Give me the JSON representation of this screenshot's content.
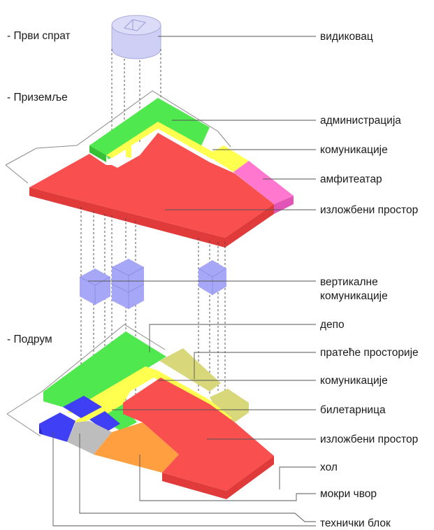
{
  "levels": {
    "first_floor": "- Први спрат",
    "ground_floor": "- Приземље",
    "basement": "- Подрум"
  },
  "labels": {
    "viewpoint": "видиковац",
    "administration": "администрација",
    "communications_ground": "комуникације",
    "amphitheater": "амфитеатар",
    "exhibition_ground": "изложбени простор",
    "vertical_comm_line1": "вертикалне",
    "vertical_comm_line2": "комуникације",
    "depot": "депо",
    "support_rooms": "пратеће просторије",
    "communications_basement": "комуникације",
    "ticket_office": "билетарница",
    "exhibition_basement": "изложбени простор",
    "hall": "хол",
    "restrooms": "мокри чвор",
    "technical_block": "технички блок"
  },
  "colors": {
    "exhibition": "#f94f4f",
    "administration": "#4fe84f",
    "communications": "#ffff4f",
    "amphitheater": "#ff77cf",
    "vertical": "#a7a7f7",
    "viewpoint": "#cfcff5",
    "depot": "#d8d87a",
    "hall": "#ff9f3f",
    "restrooms": "#bdbdbd",
    "technical": "#3f3ff5"
  }
}
